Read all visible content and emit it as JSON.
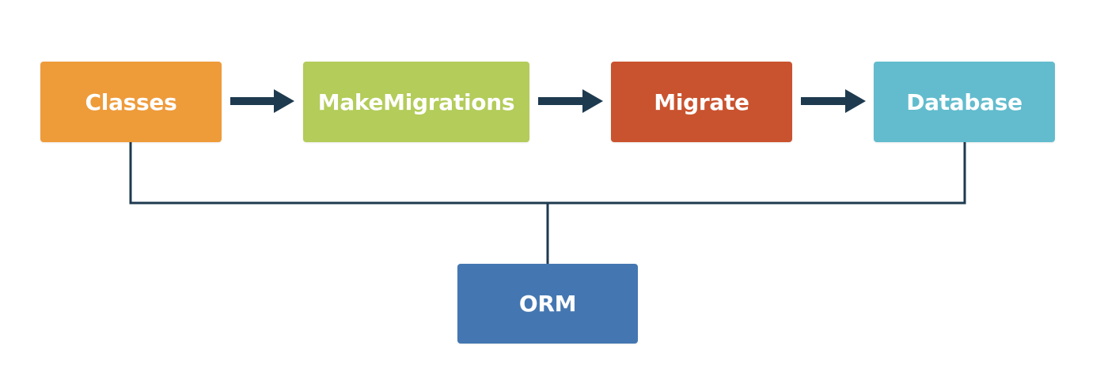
{
  "nodes": {
    "classes": {
      "label": "Classes",
      "color": "#EE9B3A"
    },
    "makemigrations": {
      "label": "MakeMigrations",
      "color": "#B3CC5A"
    },
    "migrate": {
      "label": "Migrate",
      "color": "#C9532F"
    },
    "database": {
      "label": "Database",
      "color": "#62BCCE"
    },
    "orm": {
      "label": "ORM",
      "color": "#4477B1"
    }
  },
  "connector_color": "#1E3A4F"
}
